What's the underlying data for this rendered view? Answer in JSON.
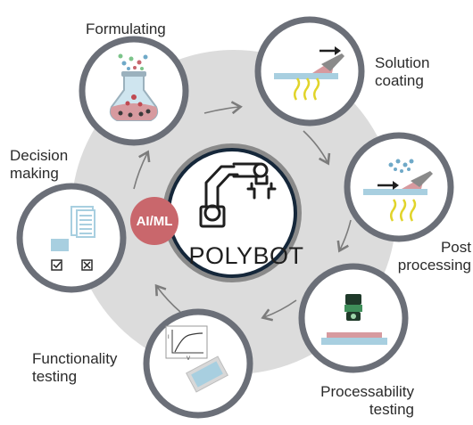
{
  "diagram": {
    "center_label": "POLYBOT",
    "badge_label": "AI/ML",
    "steps": {
      "formulating": "Formulating",
      "solution_coating": [
        "Solution",
        "coating"
      ],
      "post_processing": [
        "Post",
        "processing"
      ],
      "processability_testing": [
        "Processability",
        "testing"
      ],
      "functionality_testing": [
        "Functionality",
        "testing"
      ],
      "decision_making": [
        "Decision",
        "making"
      ]
    },
    "plot_axis_x": "V",
    "plot_axis_y": "I"
  },
  "colors": {
    "ring": "#dcdcdc",
    "node_border": "#6b6f78",
    "center_border": "#15273a",
    "badge": "#c9676c",
    "substrate": "#a8cfe0",
    "film": "#d79a9f",
    "heat": "#e1d42a",
    "arrow": "#7c7c7c"
  }
}
